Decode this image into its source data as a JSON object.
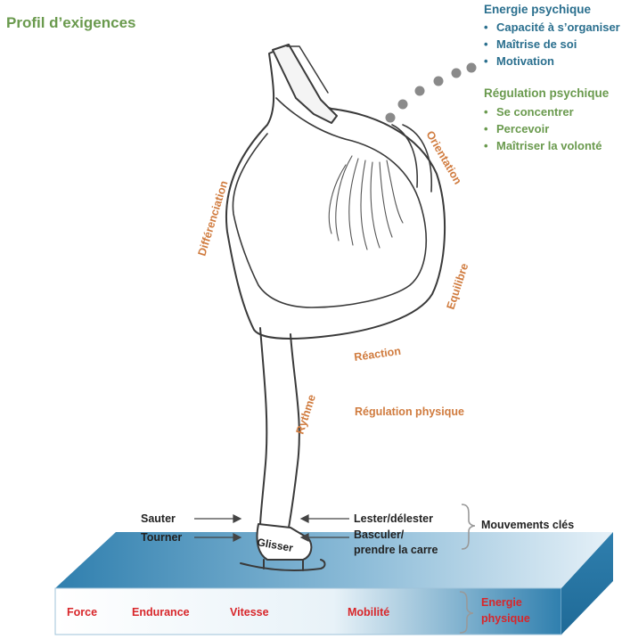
{
  "title": "Profil d’exigences",
  "energie_psychique": {
    "heading": "Energie psychique",
    "items": [
      "Capacité à s’organiser",
      "Maîtrise de soi",
      "Motivation"
    ]
  },
  "regulation_psychique": {
    "heading": "Régulation psychique",
    "items": [
      "Se concentrer",
      "Percevoir",
      "Maîtriser la volonté"
    ]
  },
  "regulation_physique": {
    "label": "Régulation physique",
    "capacities": [
      "Différenciation",
      "Orientation",
      "Equilibre",
      "Réaction",
      "Rythme"
    ]
  },
  "movements": {
    "left": [
      "Sauter",
      "Tourner"
    ],
    "right": [
      "Lester/délester",
      "Basculer/",
      "prendre la carre"
    ],
    "center": "Glisser",
    "label": "Mouvements clés"
  },
  "energie_physique": {
    "items": [
      "Force",
      "Endurance",
      "Vitesse",
      "Mobilité"
    ],
    "label_line1": "Energie",
    "label_line2": "physique"
  },
  "colors": {
    "psychic_blue": "#2a6f8e",
    "green": "#6a9a4e",
    "orange": "#d07b3e",
    "red": "#d8262a",
    "ice_blue": "#3a88b4",
    "dots_grey": "#8a8a8a"
  }
}
